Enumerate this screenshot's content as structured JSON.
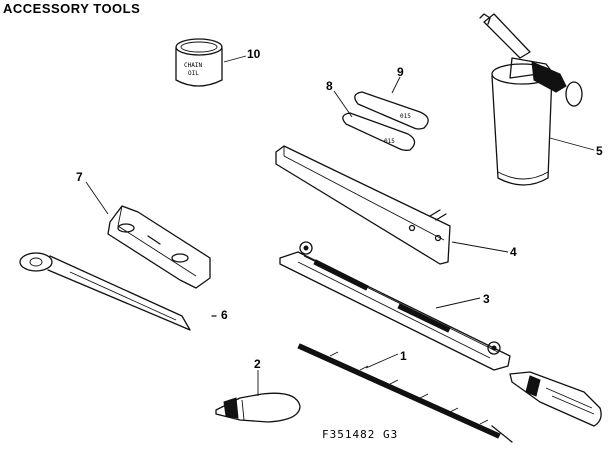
{
  "title": "ACCESSORY TOOLS",
  "drawing_code": "F351482 G3",
  "oil_can_label": [
    "CHAIN",
    "OIL"
  ],
  "pad_label": "015",
  "callouts": [
    "1",
    "2",
    "3",
    "4",
    "5",
    "6",
    "7",
    "8",
    "9",
    "10"
  ]
}
